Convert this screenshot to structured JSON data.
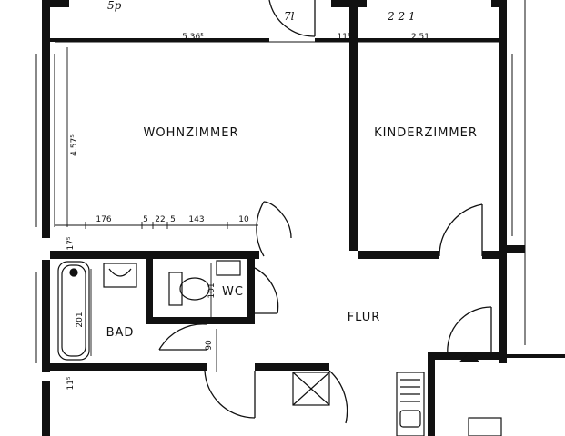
{
  "plan": {
    "rooms": {
      "wohnzimmer": "WOHNZIMMER",
      "kinderzimmer": "KINDERZIMMER",
      "flur": "FLUR",
      "bad": "BAD",
      "wc": "WC"
    },
    "dimensions": {
      "wohnzimmer_width": "5.36⁵",
      "wall_thickness_top": "11⁵",
      "kinderzimmer_width": "2.51",
      "wohnzimmer_depth": "4.57⁵",
      "seg_176": "176",
      "seg_5a": "5",
      "seg_22": "22",
      "seg_5b": "5",
      "seg_143": "143",
      "seg_10": "10",
      "wall_17": "17⁵",
      "wc_101": "101",
      "bad_201": "201",
      "door_90": "90",
      "wall_11_bottom": "11⁵"
    },
    "handwritten": {
      "top_left": "5p",
      "top_mid": "7l",
      "top_right": "2 2 1"
    }
  }
}
